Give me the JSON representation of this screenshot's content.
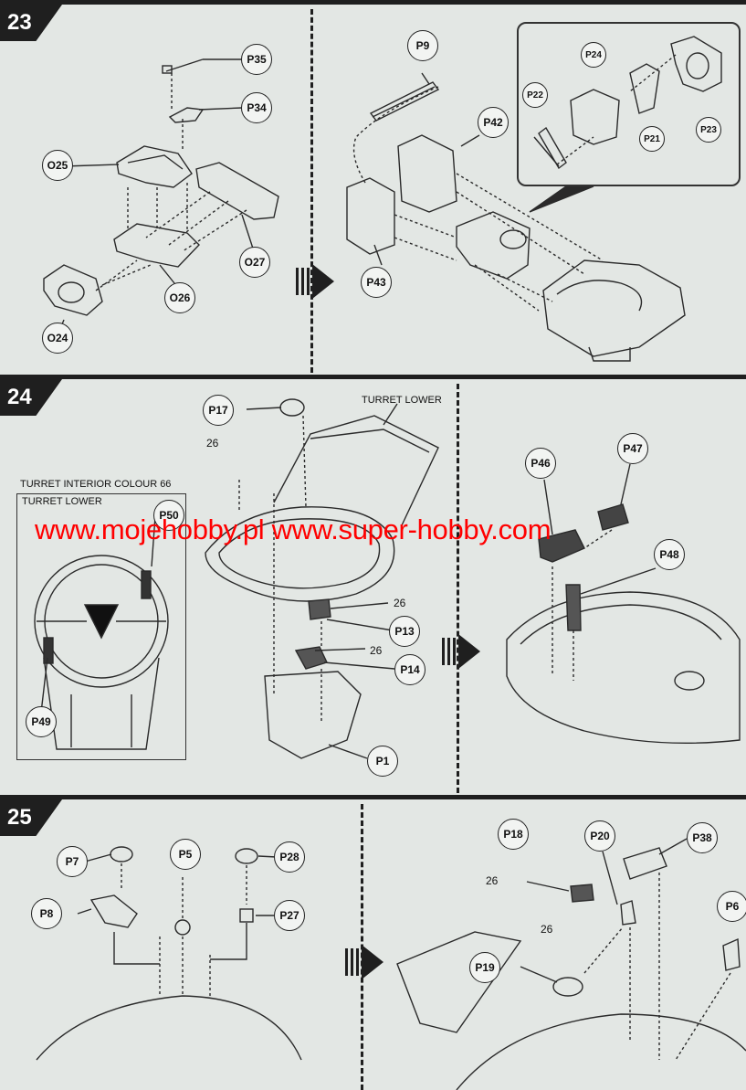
{
  "steps": [
    {
      "number": "23"
    },
    {
      "number": "24"
    },
    {
      "number": "25"
    }
  ],
  "step23": {
    "left_parts": [
      "P35",
      "P34",
      "O25",
      "O27",
      "O26",
      "O24"
    ],
    "right_parts": [
      "P9",
      "P42",
      "P43"
    ],
    "inset_parts": [
      "P24",
      "P22",
      "P21",
      "P23"
    ]
  },
  "step24": {
    "turret_lower_label": "TURRET LOWER",
    "interior_colour_label": "TURRET INTERIOR COLOUR 66",
    "interior_box_label": "TURRET LOWER",
    "interior_parts": [
      "P50",
      "P49"
    ],
    "center_parts": [
      "P17",
      "P13",
      "P14",
      "P1"
    ],
    "paint_code_1": "26",
    "paint_code_2": "26",
    "paint_code_3": "26",
    "right_parts": [
      "P46",
      "P47",
      "P48"
    ]
  },
  "step25": {
    "left_parts": [
      "P7",
      "P5",
      "P28",
      "P8",
      "P27"
    ],
    "right_parts": [
      "P18",
      "P20",
      "P38",
      "P6",
      "P19"
    ],
    "paint_code_1": "26",
    "paint_code_2": "26"
  },
  "watermark": {
    "text": "www.mojehobby.pl www.super-hobby.com",
    "color": "#ff0000"
  }
}
